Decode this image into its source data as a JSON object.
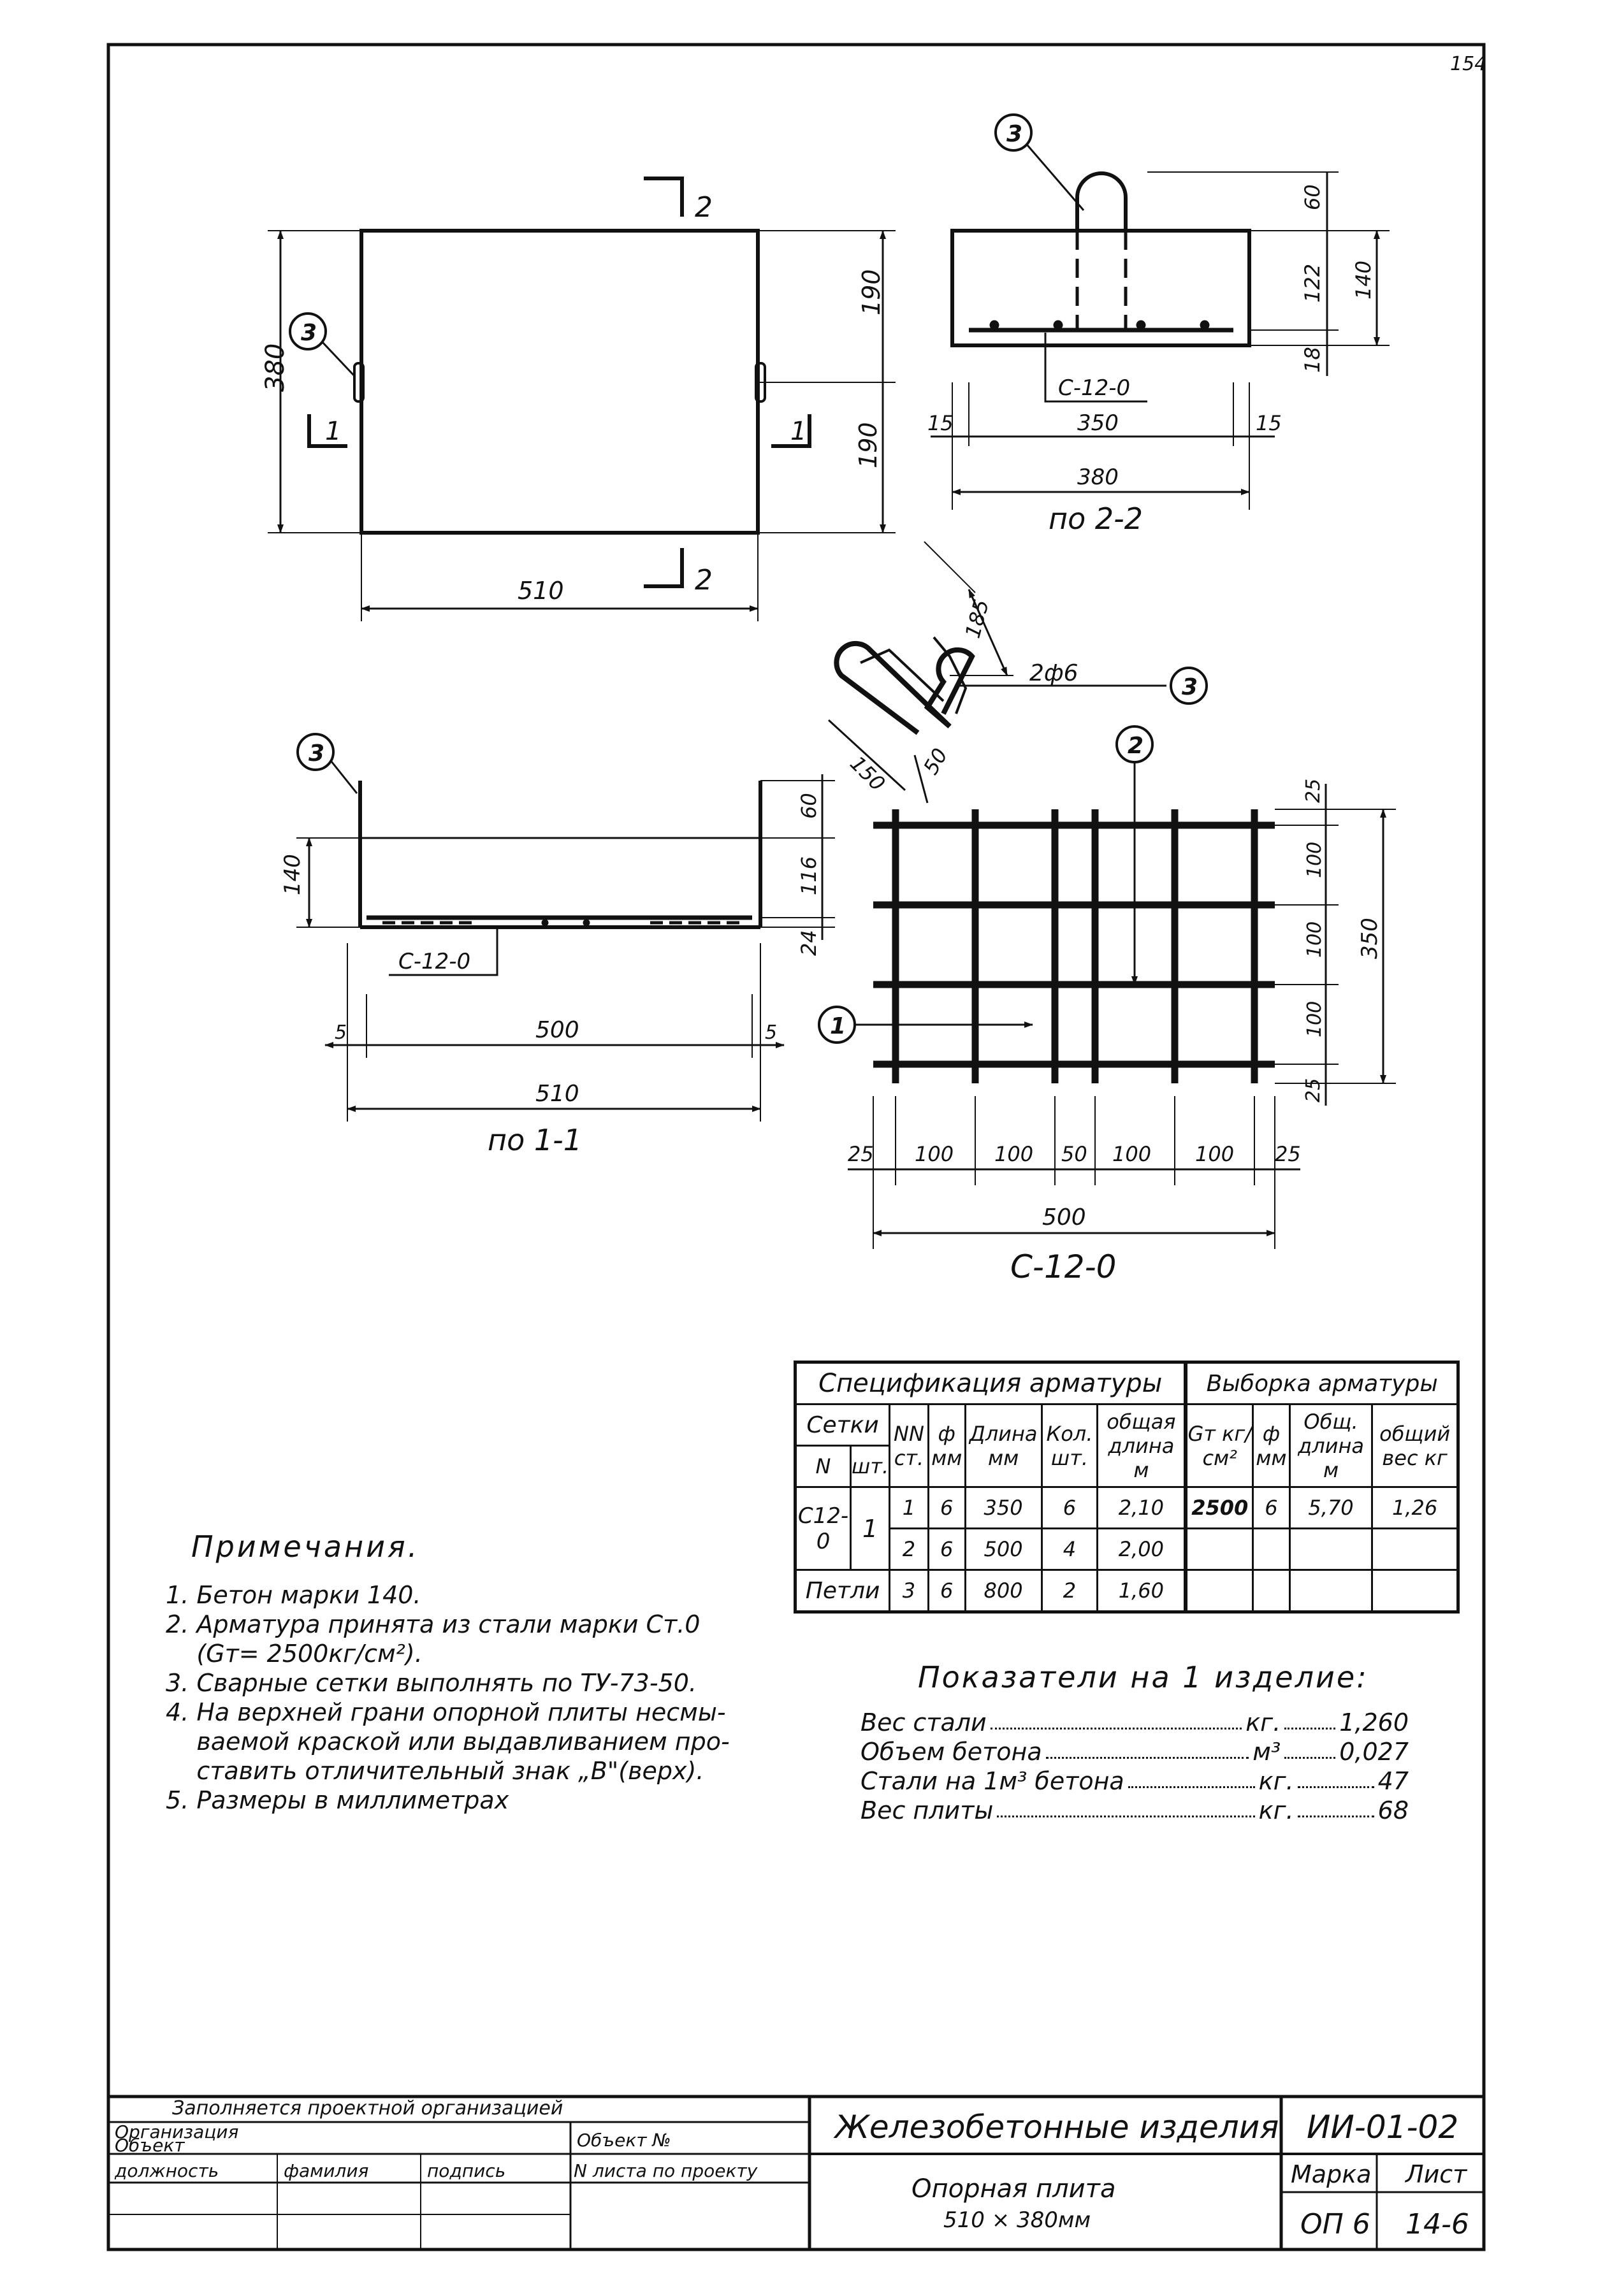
{
  "sheet_number": "154",
  "plan": {
    "dim_height": "380",
    "dim_half_top": "190",
    "dim_half_bottom": "190",
    "dim_width": "510",
    "section_mark_2": "2",
    "section_mark_1": "1",
    "callout_3": "3"
  },
  "section_2_2": {
    "callout_3": "3",
    "dim_60": "60",
    "dim_122": "122",
    "dim_18": "18",
    "dim_140": "140",
    "mesh_label": "С-12-0",
    "dim_15_left": "15",
    "dim_350": "350",
    "dim_15_right": "15",
    "dim_380": "380",
    "caption": "по 2-2"
  },
  "loop_detail": {
    "dim_185": "185",
    "dim_150": "150",
    "dim_50": "50",
    "bar_label": "2ф6",
    "callout": "3"
  },
  "section_1_1": {
    "callout_3": "3",
    "dim_140": "140",
    "dim_60": "60",
    "dim_116": "116",
    "dim_24": "24",
    "mesh_label": "С-12-0",
    "dim_5_left": "5",
    "dim_500": "500",
    "dim_5_right": "5",
    "dim_510": "510",
    "caption": "по 1-1"
  },
  "mesh": {
    "callout_1": "1",
    "callout_2": "2",
    "dims_right": [
      "25",
      "100",
      "100",
      "100",
      "25"
    ],
    "dim_350": "350",
    "dims_bottom": [
      "25",
      "100",
      "100",
      "50",
      "100",
      "100",
      "25"
    ],
    "dim_500": "500",
    "caption": "С-12-0"
  },
  "spec_table": {
    "title": "Спецификация арматуры",
    "sample_title": "Выборка арматуры",
    "h_setki": "Сетки",
    "h_n": "N",
    "h_sht": "шт.",
    "h_nn": "NN ст.",
    "h_phi": "ф мм",
    "h_len": "Длина мм",
    "h_qty": "Кол. шт.",
    "h_total": "общая длина м",
    "h_sigma": "Gт кг/см²",
    "h_phi2": "ф мм",
    "h_len2": "Общ. длина м",
    "h_weight": "общий вес кг",
    "mesh_name": "С12-0",
    "mesh_qty": "1",
    "rows": [
      {
        "nn": "1",
        "phi": "6",
        "len": "350",
        "qty": "6",
        "total": "2,10"
      },
      {
        "nn": "2",
        "phi": "6",
        "len": "500",
        "qty": "4",
        "total": "2,00"
      },
      {
        "nn": "3",
        "phi": "6",
        "len": "800",
        "qty": "2",
        "total": "1,60"
      }
    ],
    "loops": "Петли",
    "sample": {
      "sigma": "2500",
      "phi": "6",
      "len": "5,70",
      "weight": "1,26"
    }
  },
  "notes": {
    "title": "Примечания.",
    "items": [
      "1. Бетон марки 140.",
      "2. Арматура принята из стали марки Ст.0",
      "    (Gт= 2500кг/см²).",
      "3. Сварные сетки выполнять по ТУ-73-50.",
      "4. На верхней грани опорной плиты несмы-",
      "    ваемой краской или выдавливанием про-",
      "    ставить отличительный знак „В\"(верх).",
      "5. Размеры в миллиметрах"
    ]
  },
  "indicators": {
    "title": "Показатели на 1 изделие:",
    "rows": [
      {
        "label": "Вес стали",
        "unit": "кг.",
        "value": "1,260"
      },
      {
        "label": "Объем бетона",
        "unit": "м³",
        "value": "0,027"
      },
      {
        "label": "Стали на 1м³ бетона",
        "unit": "кг.",
        "value": "47"
      },
      {
        "label": "Вес плиты",
        "unit": "кг.",
        "value": "68"
      }
    ]
  },
  "title_block": {
    "filled_by": "Заполняется проектной организацией",
    "org": "Организация",
    "object": "Объект",
    "object_no": "Объект №",
    "position": "должность",
    "surname": "фамилия",
    "signature": "подпись",
    "sheet_in_project": "N листа по проекту",
    "series_title": "Железобетонные изделия",
    "series_code": "ИИ-01-02",
    "item_name": "Опорная плита",
    "item_size": "510 × 380мм",
    "mark_label": "Марка",
    "sheet_label": "Лист",
    "mark": "ОП 6",
    "sheet": "14-6"
  }
}
